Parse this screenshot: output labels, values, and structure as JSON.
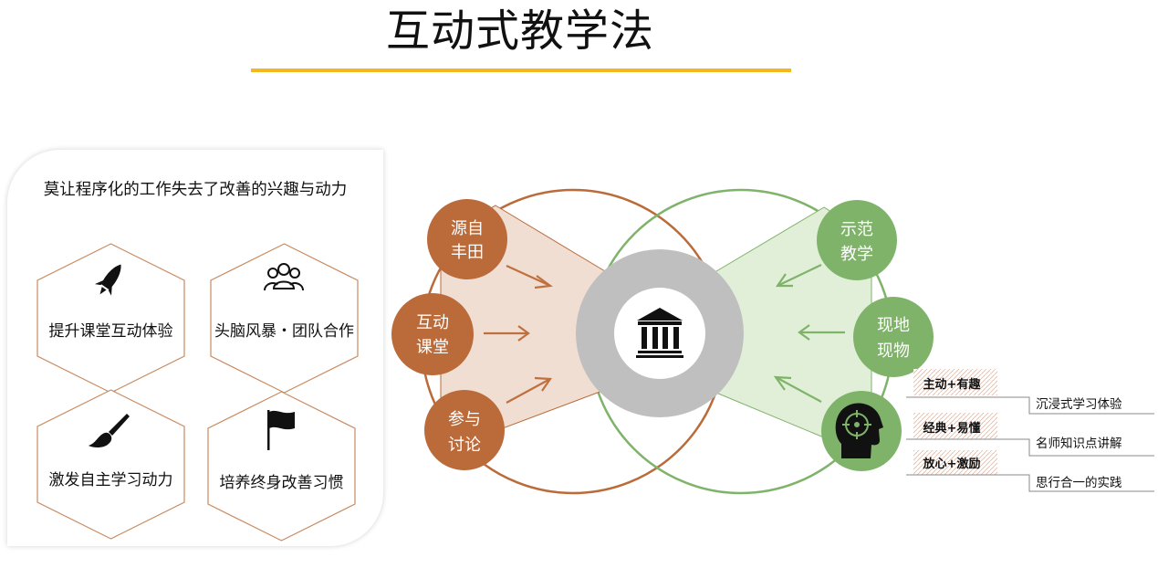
{
  "title": "互动式教学法",
  "panel": {
    "heading": "莫让程序化的工作失去了改善的兴趣与动力",
    "items": [
      {
        "label": "提升课堂互动体验",
        "icon": "rocket-icon"
      },
      {
        "label": "头脑风暴・团队合作",
        "icon": "team-icon"
      },
      {
        "label": "激发自主学习动力",
        "icon": "paintbrush-icon"
      },
      {
        "label": "培养终身改善习惯",
        "icon": "flag-icon"
      }
    ]
  },
  "diagram": {
    "left_nodes": [
      {
        "line1": "源自",
        "line2": "丰田"
      },
      {
        "line1": "互动",
        "line2": "课堂"
      },
      {
        "line1": "参与",
        "line2": "讨论"
      }
    ],
    "right_nodes": [
      {
        "line1": "示范",
        "line2": "教学"
      },
      {
        "line1": "现地",
        "line2": "现物"
      }
    ],
    "center_icon": "institution-icon",
    "head_icon": "target-head-icon",
    "tags": [
      {
        "tag": "主动+有趣",
        "desc": "沉浸式学习体验"
      },
      {
        "tag": "经典+易懂",
        "desc": "名师知识点讲解"
      },
      {
        "tag": "放心+激励",
        "desc": "思行合一的实践"
      }
    ]
  },
  "colors": {
    "accent_yellow": "#f2b81c",
    "brown": "#bb6b3a",
    "green": "#7fb36a",
    "gray": "#bfbfbf"
  }
}
